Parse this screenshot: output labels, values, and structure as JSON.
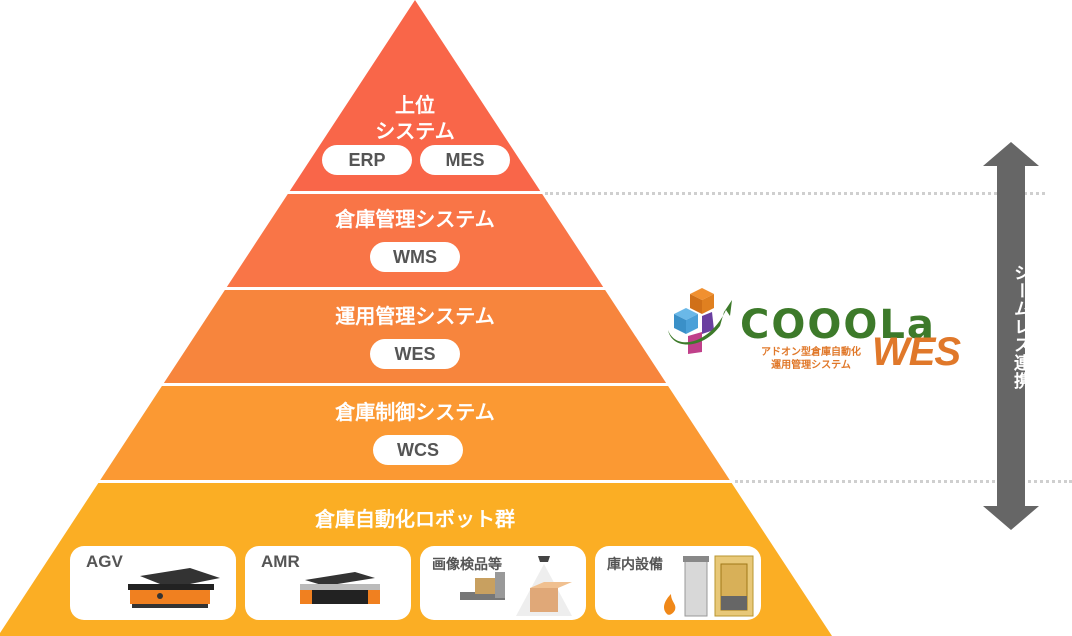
{
  "pyramid": {
    "tiers": [
      {
        "title": "上位\nシステム",
        "tags": [
          "ERP",
          "MES"
        ],
        "color": "#F96649"
      },
      {
        "title": "倉庫管理システム",
        "tags": [
          "WMS"
        ],
        "color": "#F97547"
      },
      {
        "title": "運用管理システム",
        "tags": [
          "WES"
        ],
        "color": "#F7853D"
      },
      {
        "title": "倉庫制御システム",
        "tags": [
          "WCS"
        ],
        "color": "#FB9933"
      },
      {
        "title": "倉庫自動化ロボット群",
        "tags": [],
        "color": "#FBAE24"
      }
    ],
    "robot_cards": [
      {
        "label": "AGV",
        "icon": "agv-robot-icon"
      },
      {
        "label": "AMR",
        "icon": "amr-robot-icon"
      },
      {
        "label": "画像検品等",
        "icon": "image-inspection-icon"
      },
      {
        "label": "庫内設備",
        "icon": "warehouse-equipment-icon"
      }
    ]
  },
  "logo": {
    "name": "COOOLa",
    "product": "WES",
    "subtitle_line1": "アドオン型倉庫自動化",
    "subtitle_line2": "運用管理システム",
    "colors": {
      "green": "#3D7A2A",
      "orange": "#E0782A",
      "blue": "#3FA0D8",
      "purple": "#6A3FA0",
      "pink": "#C0408A"
    }
  },
  "connector": {
    "label": "シームレス連携",
    "color": "#666666"
  }
}
